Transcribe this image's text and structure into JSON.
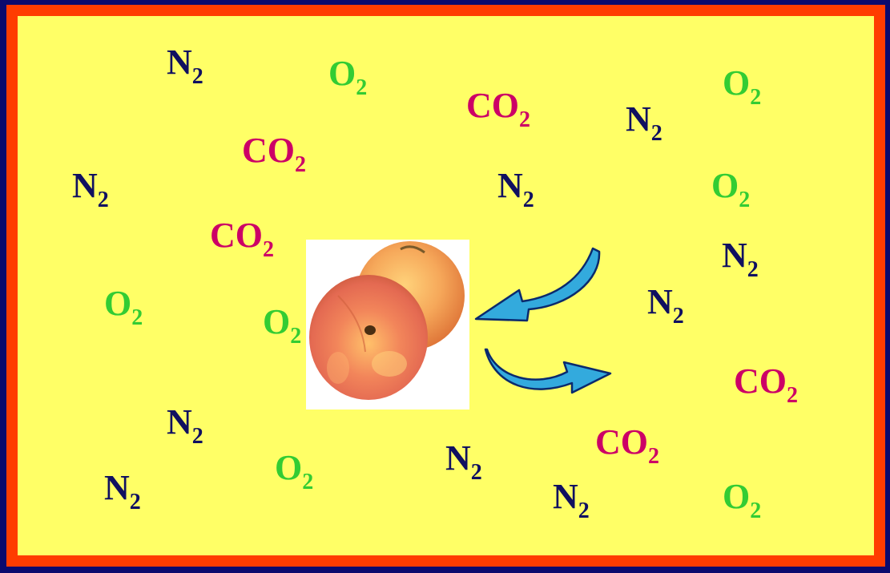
{
  "labels": {
    "n2_base": "N",
    "o2_base": "O",
    "co2_base": "CO",
    "subscript": "2"
  },
  "colors": {
    "background_outer": "#0a0a6e",
    "border": "#ff3c00",
    "panel": "#ffff66",
    "n2": "#101060",
    "o2": "#33cc33",
    "co2": "#cc0066",
    "arrow": "#33aadd"
  },
  "icons": {
    "fruit": "peach-fruit-icon",
    "arrow_in": "curved-arrow-in-icon",
    "arrow_out": "curved-arrow-out-icon"
  }
}
